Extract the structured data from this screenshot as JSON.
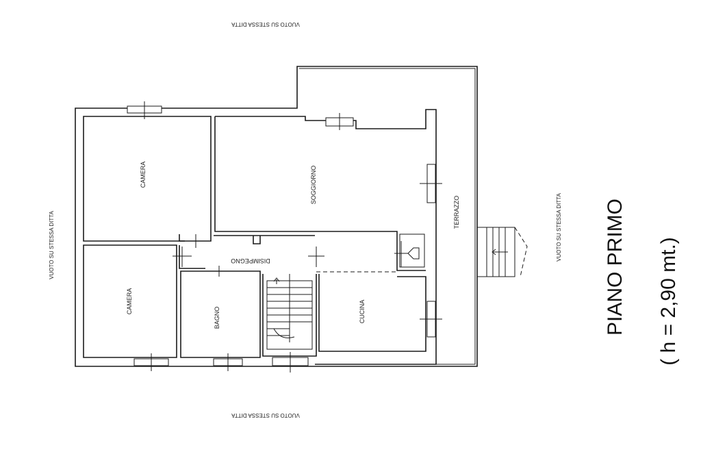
{
  "labels": {
    "top": "VUOTO SU STESSA DITTA",
    "bottom": "VUOTO SU STESSA DITTA",
    "left": "VUOTO SU STESSA DITTA",
    "right": "VUOTO SU STESSA DITTA"
  },
  "rooms": {
    "camera_top": "CAMERA",
    "camera_bottom": "CAMERA",
    "soggiorno": "SOGGIORNO",
    "terrazzo": "TERRAZZO",
    "disimpegno": "DISIMPEGNO",
    "bagno": "BAGNO",
    "cucina": "CUCINA"
  },
  "title": {
    "line1": "PIANO PRIMO",
    "line2": "( h = 2,90 mt.)"
  }
}
